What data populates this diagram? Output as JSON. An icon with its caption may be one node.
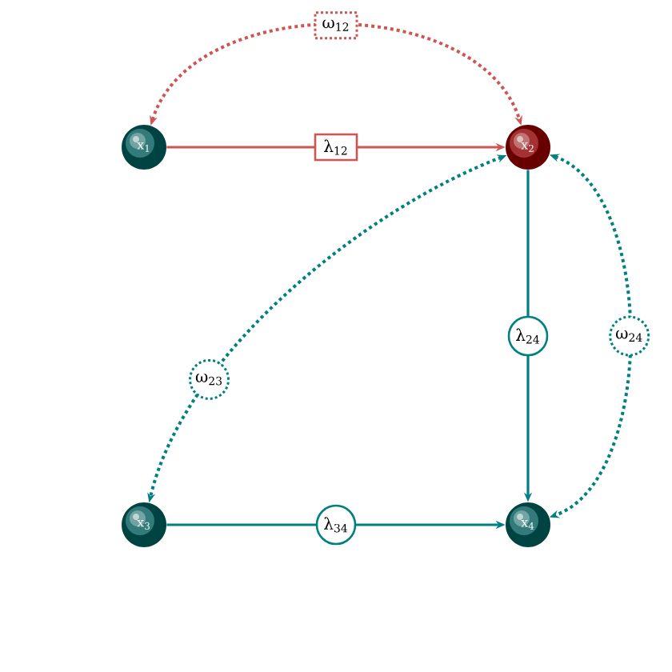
{
  "diagram": {
    "nodes": [
      {
        "text": [
          "x$_{1}$"
        ]
      },
      {
        "text": [
          "x$_{2}$"
        ]
      },
      {
        "text": [
          "x$_{3}$"
        ]
      },
      {
        "text": [
          "x$_{4}$"
        ]
      }
    ],
    "edges": [
      {
        "from": 0,
        "to": 1,
        "arrow": "to",
        "label": "λ$_{12}$",
        "color": "#cd5552"
      },
      {
        "from": 0,
        "to": 1,
        "arrow": "both",
        "label": "ω$_{12}$",
        "style": "dashed",
        "color": "#cd5552"
      },
      {
        "from": 1,
        "to": 3,
        "arrow": "to",
        "label": "λ$_{24}$"
      },
      {
        "from": 1,
        "to": 2,
        "arrow": "both",
        "label": "ω$_{23}$",
        "style": "dashed"
      },
      {
        "from": 1,
        "to": 3,
        "arrow": "both",
        "label": "ω$_{24}$",
        "style": "dashed"
      },
      {
        "from": 2,
        "to": 3,
        "arrow": "to",
        "label": "λ$_{34}$"
      }
    ]
  }
}
